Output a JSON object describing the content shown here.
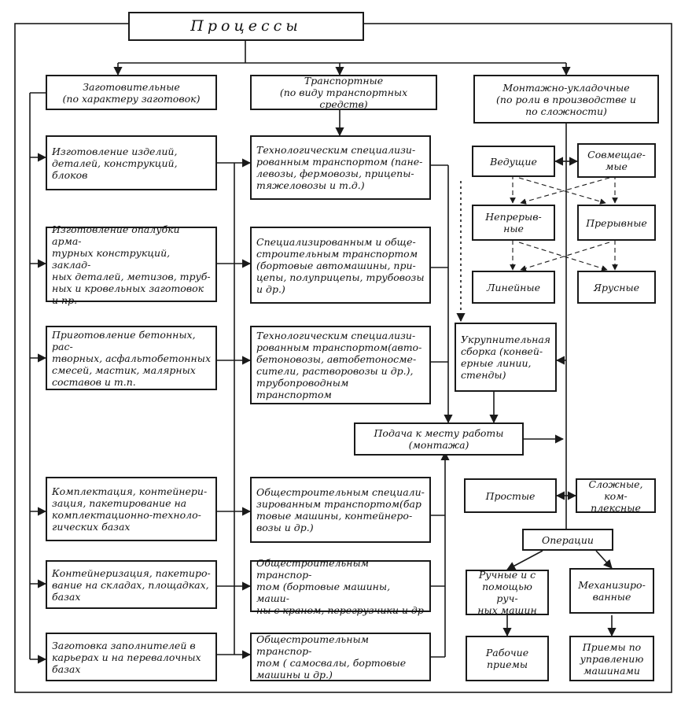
{
  "title": "Процессы",
  "columns": {
    "procurement": "Заготовительные\n(по характеру заготовок)",
    "transport": "Транспортные\n(по виду транспортных средств)",
    "assembly": "Монтажно-укладочные\n(по роли в производстве и\nпо сложности)"
  },
  "procurement_items": [
    "Изготовление изделий,\nдеталей, конструкций,\nблоков",
    "Изготовление опалубки арма-\nтурных конструкций, заклад-\nных деталей, метизов, труб-\nных и кровельных заготовок\nи пр.",
    "Приготовление бетонных, рас-\nтворных, асфальтобетонных\nсмесей, мастик, малярных\nсоставов и т.п.",
    "Комплектация, контейнери-\nзация, пакетирование на\nкомплектационно-техноло-\nгических базах",
    "Контейнеризация, пакетиро-\nвание на складах, площадках,\nбазах",
    "Заготовка заполнителей в\nкарьерах и на перевалочных\nбазах"
  ],
  "transport_items": [
    "Технологическим специализи-\nрованным транспортом (пане-\nлевозы, фермовозы, прицепы-\nтяжеловозы и т.д.)",
    "Специализированным и обще-\nстроительным транспортом\n(бортовые автомашины, при-\nцепы, полуприцепы, трубовозы\nи др.)",
    "Технологическим специализи-\nрованным транспортом(авто-\nбетоновозы, автобетоносме-\nсители, растворовозы и др.),\nтрубопроводным транспортом",
    "Общестроительным специали-\nзированным транспортом(бар\nтовые машины, контейнеро-\nвозы и др.)",
    "Общестроительным транспор-\nтом (бортовые машины, маши-\nны с краном, перегрузчики и др",
    "Общестроительным транспор-\nтом ( самосвалы, бортовые\nмашины и др.)"
  ],
  "assembly_roles": {
    "leading": "Ведущие",
    "combined": "Совмещае-\nмые",
    "continuous": "Непрерыв-\nные",
    "discontinuous": "Прерывные",
    "linear": "Линейные",
    "tiered": "Ярусные"
  },
  "pre_assembly": "Укрупнительная\nсборка (конвей-\nерные линии,\nстенды)",
  "delivery": "Подача к месту работы\n(монтажа)",
  "complexity": {
    "simple": "Простые",
    "complex": "Сложные, ком-\nплексные"
  },
  "operations": {
    "title": "Операции",
    "manual": "Ручные и с\nпомощью руч-\nных машин",
    "mechanized": "Механизиро-\nванные"
  },
  "techniques": {
    "working": "Рабочие\nприемы",
    "machine_control": "Приемы по\nуправлению\nмашинами"
  }
}
